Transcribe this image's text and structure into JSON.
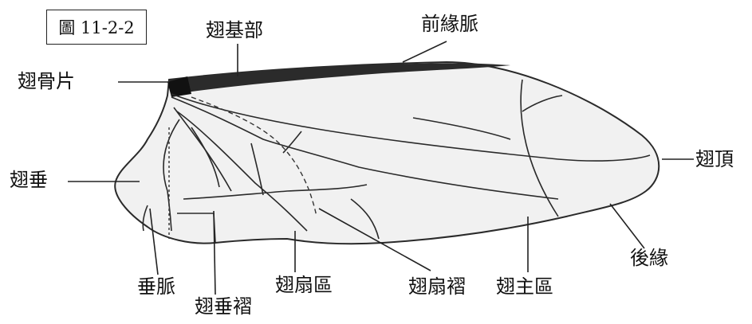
{
  "figure_label": "圖 11-2-2",
  "labels": {
    "wing_base": "翅基部",
    "costal_vein": "前緣脈",
    "axillary_sclerite": "翅骨片",
    "jugal_lobe": "翅垂",
    "wing_apex": "翅頂",
    "posterior_margin": "後緣",
    "jugal_vein": "垂脈",
    "anal_region": "翅扇區",
    "jugal_fold": "翅垂褶",
    "vannal_fold": "翅扇褶",
    "remigium": "翅主區"
  }
}
